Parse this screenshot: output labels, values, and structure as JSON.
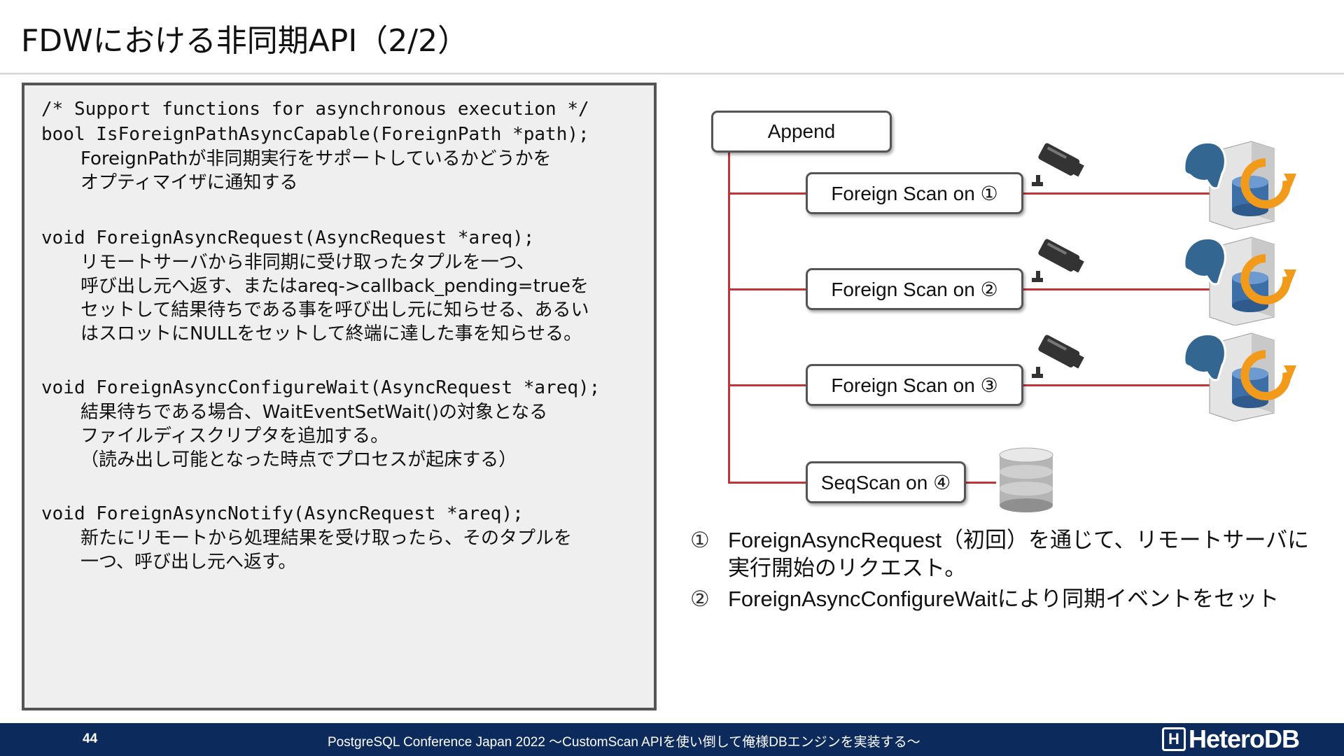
{
  "title": "FDWにおける非同期API（2/2）",
  "code_panel": {
    "sections": [
      {
        "code": [
          "/* Support functions for asynchronous execution */",
          "bool IsForeignPathAsyncCapable(ForeignPath *path);"
        ],
        "desc": [
          "ForeignPathが非同期実行をサポートしているかどうかを",
          "オプティマイザに通知する"
        ]
      },
      {
        "code": [
          "void ForeignAsyncRequest(AsyncRequest *areq);"
        ],
        "desc": [
          "リモートサーバから非同期に受け取ったタプルを一つ、",
          "呼び出し元へ返す、またはareq->callback_pending=trueを",
          "セットして結果待ちである事を呼び出し元に知らせる、あるい",
          "はスロットにNULLをセットして終端に達した事を知らせる。"
        ]
      },
      {
        "code": [
          "void ForeignAsyncConfigureWait(AsyncRequest *areq);"
        ],
        "desc": [
          "結果待ちである場合、WaitEventSetWait()の対象となる",
          "ファイルディスクリプタを追加する。",
          "（読み出し可能となった時点でプロセスが起床する）"
        ]
      },
      {
        "code": [
          "void ForeignAsyncNotify(AsyncRequest *areq);"
        ],
        "desc": [
          "新たにリモートから処理結果を受け取ったら、そのタプルを",
          "一つ、呼び出し元へ返す。"
        ]
      }
    ]
  },
  "diagram": {
    "append_label": "Append",
    "scans": [
      {
        "label": "Foreign Scan on ①"
      },
      {
        "label": "Foreign Scan on ②"
      },
      {
        "label": "Foreign Scan on ③"
      },
      {
        "label": "SeqScan on ④"
      }
    ],
    "line_color": "#c0353a"
  },
  "notes": [
    {
      "num": "①",
      "text": "ForeignAsyncRequest（初回）を通じて、リモートサーバに実行開始のリクエスト。"
    },
    {
      "num": "②",
      "text": "ForeignAsyncConfigureWaitにより同期イベントをセット"
    }
  ],
  "footer": {
    "page_number": "44",
    "text": "PostgreSQL Conference Japan 2022 〜CustomScan APIを使い倒して俺様DBエンジンを実装する〜",
    "logo_mark": "H",
    "logo_text": "HeteroDB",
    "background": "#0c2a5b"
  }
}
